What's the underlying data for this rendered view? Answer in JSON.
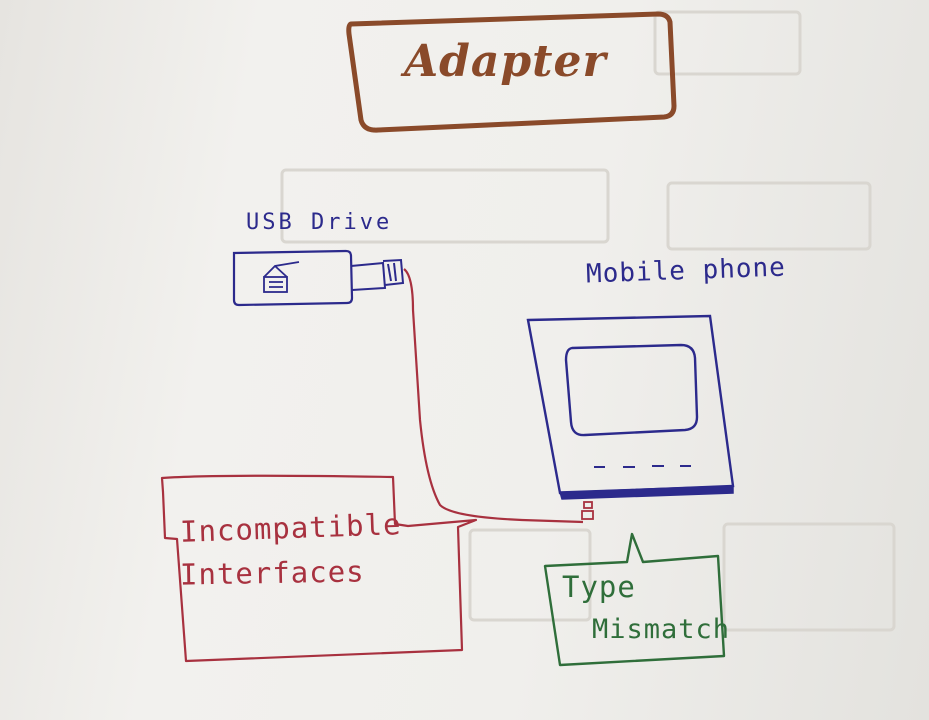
{
  "title": "Adapter",
  "usb": {
    "label": "USB Drive"
  },
  "mobile": {
    "label": "Mobile phone"
  },
  "red_note": {
    "line1": "Incompatible",
    "line2": "Interfaces"
  },
  "green_note": {
    "line1": "Type",
    "line2": "Mismatch"
  },
  "colors": {
    "title_ink": "#8a4a2a",
    "blue_ink": "#2c2a8c",
    "red_ink": "#a8313f",
    "green_ink": "#2f6e3a",
    "paper": "#eceae6"
  }
}
